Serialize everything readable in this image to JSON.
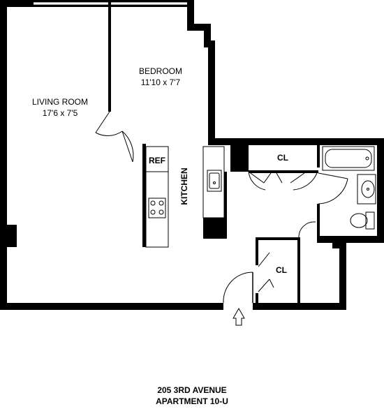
{
  "rooms": {
    "living_room": {
      "name": "LIVING ROOM",
      "dims": "17'6 x 7'5"
    },
    "bedroom": {
      "name": "BEDROOM",
      "dims": "11'10 x 7'7"
    },
    "kitchen": {
      "name": "KITCHEN"
    },
    "ref": {
      "name": "REF"
    },
    "closet_top": {
      "name": "CL"
    },
    "closet_bottom": {
      "name": "CL"
    }
  },
  "address": {
    "line1": "205 3RD AVENUE",
    "line2": "APARTMENT 10-U"
  },
  "icons": {
    "entry": "entry-arrow-icon",
    "stove": "stove-icon",
    "sink": "sink-icon",
    "bathtub": "bathtub-icon",
    "toilet": "toilet-icon"
  }
}
